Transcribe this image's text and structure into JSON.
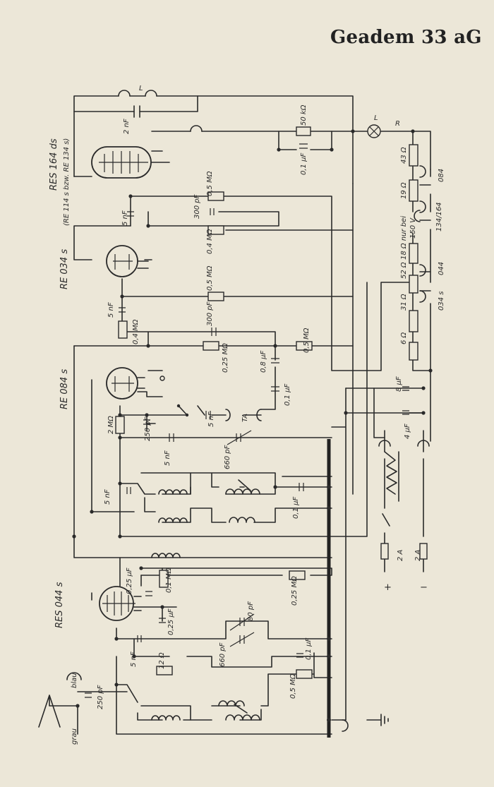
{
  "title": "Geadem 33 aG",
  "tubes": [
    {
      "id": "v1",
      "name": "RES 164 ds",
      "alt": "(RE 114 s bzw. RE 134 s)"
    },
    {
      "id": "v2",
      "name": "RE 034 s"
    },
    {
      "id": "v3",
      "name": "RE 084 s"
    },
    {
      "id": "v4",
      "name": "RES 044 s"
    }
  ],
  "labels": {
    "L": "L",
    "C_2nF": "2 nF",
    "R_50k": "50 kΩ",
    "C_01_top": "0,1 µF",
    "lamp": "L",
    "R": "R",
    "R_43": "43 Ω",
    "R_19": "19 Ω",
    "fil_084": "084",
    "fil_134164": "134/164",
    "R_18": "18 Ω nur bei",
    "V150": "150 V",
    "fil_044": "044",
    "R_52": "52 Ω",
    "R_31": "31 Ω",
    "fil_034": "034 s",
    "R_6": "6 Ω",
    "C_5nF_a": "5 nF",
    "R_05M_a": "0,5 MΩ",
    "C_300pF_a": "300 pF",
    "R_04M_a": "0,4 MΩ",
    "C_5nF_b": "5 nF",
    "R_04M_b": "0,4 MΩ",
    "R_05M_b": "0,5 MΩ",
    "C_300pF_b": "300 pF",
    "R_025M": "0,25 MΩ",
    "C_08": "0,8 µF",
    "R_05M_c": "0,5 MΩ",
    "C_01_b": "0,1 µF",
    "C_8uF": "8 µF",
    "C_4uF": "4 µF",
    "R_2M": "2 MΩ",
    "C_250pF_a": "250 pF",
    "C_5nF_c": "5 nF",
    "TA": "TA",
    "C_5nF_d": "5 nF",
    "C_660_a": "660 pF",
    "C_5nF_e": "5 nF",
    "C_01_c": "0,1 µF",
    "fuse_2A_a": "2 A",
    "fuse_2A_b": "2 A",
    "plus": "+",
    "minus": "−",
    "C_025_a": "0,25 µF",
    "R_01M": "0,1 MΩ",
    "R_025M_b": "0,25 MΩ",
    "C_025_b": "0,25 µF",
    "C_80pF": "80 pF",
    "C_5nF_f": "5 nF",
    "C_660_b": "660 pF",
    "R_12": "12 Ω",
    "C_01_d": "0,1 µF",
    "R_05M_d": "0,5 MΩ",
    "blau": "blau",
    "C_250pF_b": "250 pF",
    "grau": "grau"
  }
}
